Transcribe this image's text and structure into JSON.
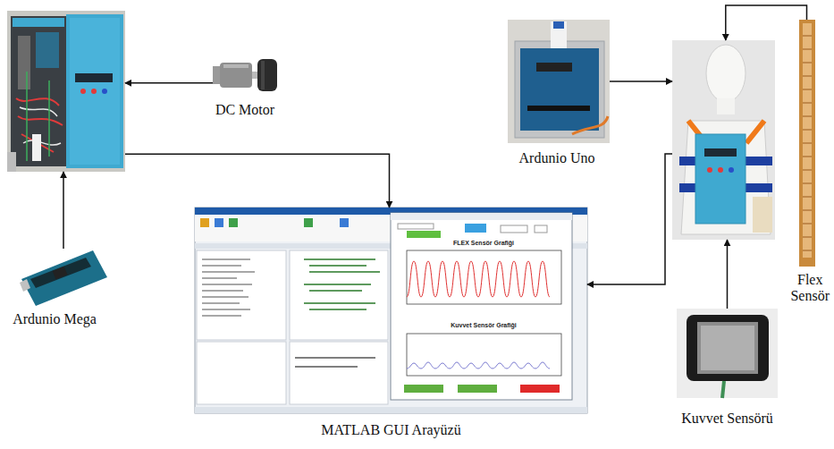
{
  "diagram": {
    "nodes": [
      {
        "text": []
      },
      {
        "text": [
          "DC Motor"
        ]
      },
      {
        "text": [
          "Ardunio Uno"
        ]
      },
      {
        "text": []
      },
      {
        "text": [
          "Flex Sensör"
        ]
      },
      {
        "text": [
          "Ardunio Mega"
        ]
      },
      {
        "text": [
          "MATLAB GUI Arayüzü"
        ]
      },
      {
        "text": [
          "Kuvvet Sensörü"
        ]
      }
    ],
    "edges": [
      {
        "from": 1,
        "to": 0,
        "arrow": "to"
      },
      {
        "from": 5,
        "to": 0,
        "arrow": "to"
      },
      {
        "from": 0,
        "to": 6,
        "arrow": "to"
      },
      {
        "from": 2,
        "to": 3,
        "arrow": "to"
      },
      {
        "from": 4,
        "to": 3,
        "arrow": "to"
      },
      {
        "from": 3,
        "to": 6,
        "arrow": "to"
      },
      {
        "from": 7,
        "to": 3,
        "arrow": "to"
      }
    ],
    "labels": [
      "FLEX Sensör Grafiği",
      "Kuvvet Sensör Grafiği"
    ]
  }
}
